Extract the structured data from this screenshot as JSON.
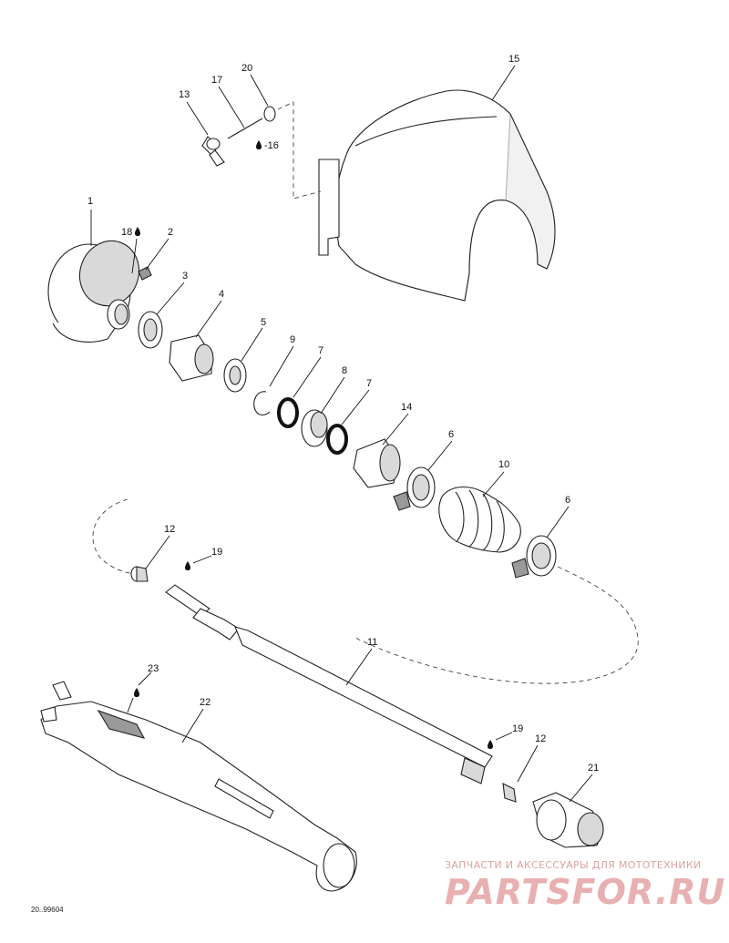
{
  "drawing_code": "20..99604",
  "watermark": {
    "line1": "ЗАПЧАСТИ И АКСЕССУАРЫ ДЛЯ МОТОТЕХНИКИ",
    "line2": "PARTSFOR.RU"
  },
  "callouts": {
    "c1": "1",
    "c2": "2",
    "c3": "3",
    "c4": "4",
    "c5": "5",
    "c6a": "6",
    "c6b": "6",
    "c7a": "7",
    "c7b": "7",
    "c8": "8",
    "c9": "9",
    "c10": "10",
    "c11": "11",
    "c12a": "12",
    "c12b": "12",
    "c13": "13",
    "c14": "14",
    "c15": "15",
    "c16": "-16",
    "c17": "17",
    "c18": "18",
    "c19a": "19",
    "c19b": "19",
    "c20": "20",
    "c21": "21",
    "c22": "22",
    "c23": "23"
  },
  "icons": [
    "lubricant-drop-icon"
  ]
}
